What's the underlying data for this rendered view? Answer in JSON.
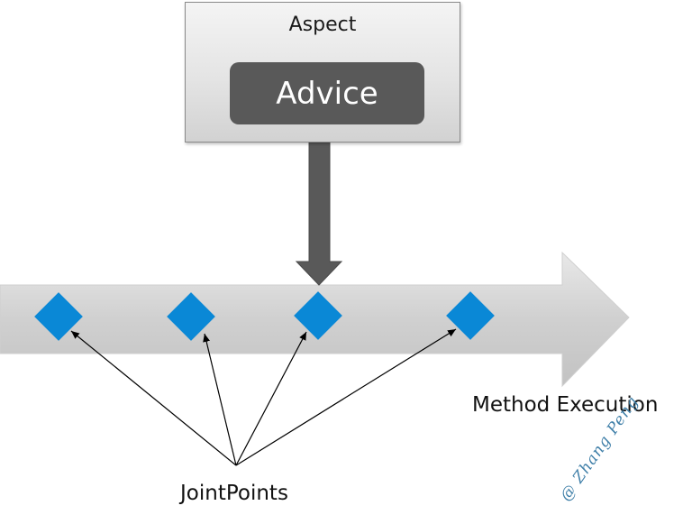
{
  "aspect": {
    "title": "Aspect",
    "advice_label": "Advice"
  },
  "execution": {
    "label": "Method Execution"
  },
  "joinpoints": {
    "label": "JointPoints",
    "count": 4
  },
  "watermark": "@ Zhang Peng",
  "colors": {
    "diamond": "#0a88d6",
    "timeline_arrow": "#d8d8d8",
    "down_arrow": "#595959",
    "advice_fill": "#595959",
    "aspect_fill": "#e6e6e6"
  }
}
